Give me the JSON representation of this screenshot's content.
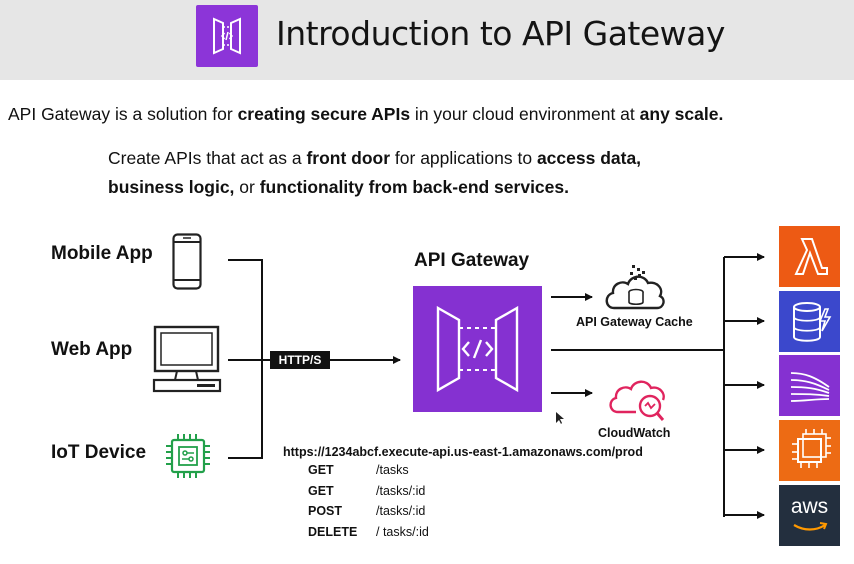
{
  "header": {
    "title": "Introduction to API Gateway",
    "logo_icon": "api-gateway-icon",
    "logo_color": "#8c35d8"
  },
  "intro": {
    "line1": {
      "t1": "API Gateway is a solution for ",
      "b1": "creating secure APIs",
      "t2": " in your cloud environment at ",
      "b2": "any scale."
    },
    "line2": {
      "t1": "Create APIs that act as a ",
      "b1": "front door",
      "t2": " for applications to ",
      "b2": "access data,",
      "b3": "business logic,",
      "t3": " or ",
      "b4": "functionality from back-end services."
    }
  },
  "clients": [
    {
      "label": "Mobile App",
      "icon": "mobile-phone-icon"
    },
    {
      "label": "Web App",
      "icon": "desktop-computer-icon"
    },
    {
      "label": "IoT Device",
      "icon": "chip-icon"
    }
  ],
  "protocol_label": "HTTP/S",
  "gateway": {
    "label": "API Gateway",
    "color": "#8531d1"
  },
  "cache": {
    "label": "API Gateway Cache",
    "icon": "cloud-cache-icon"
  },
  "cloudwatch": {
    "label": "CloudWatch",
    "icon": "cloudwatch-icon",
    "color": "#e0245e"
  },
  "endpoint": {
    "url": "https://1234abcf.execute-api.us-east-1.amazonaws.com/prod",
    "routes": [
      {
        "method": "GET",
        "path": "/tasks"
      },
      {
        "method": "GET",
        "path": "/tasks/:id"
      },
      {
        "method": "POST",
        "path": "/tasks/:id"
      },
      {
        "method": "DELETE",
        "path": "/ tasks/:id"
      }
    ]
  },
  "backends": [
    {
      "name": "lambda-icon",
      "color": "#ed5a14"
    },
    {
      "name": "dynamodb-icon",
      "color": "#3b48cc"
    },
    {
      "name": "kinesis-icon",
      "color": "#8531d1"
    },
    {
      "name": "ec2-icon",
      "color": "#ed6b14"
    },
    {
      "name": "aws-logo",
      "text": "aws",
      "color": "#232f3e"
    }
  ]
}
